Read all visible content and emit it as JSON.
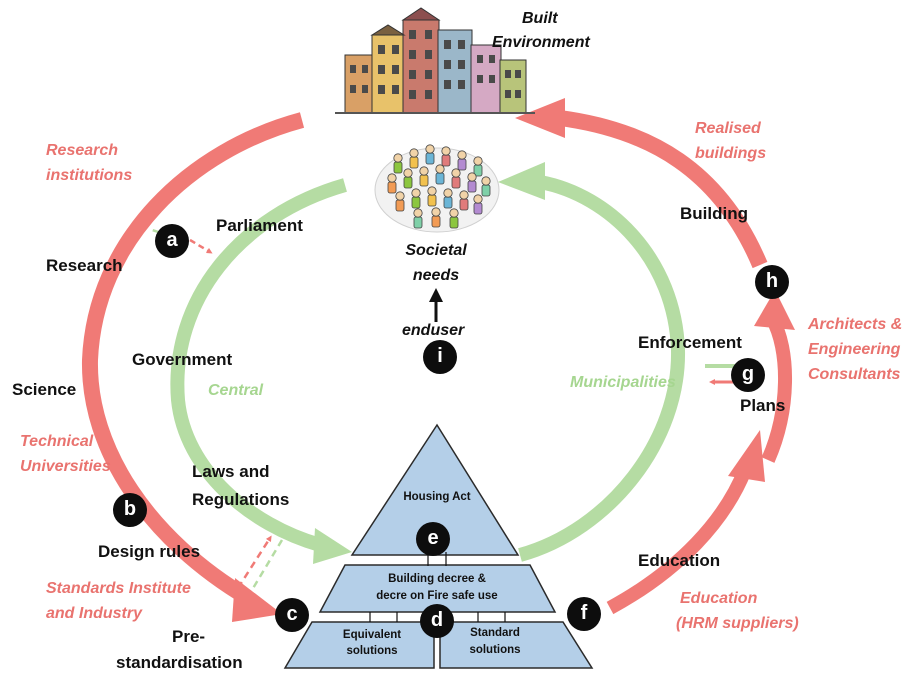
{
  "top": {
    "built_environment_1": "Built",
    "built_environment_2": "Environment"
  },
  "labels": {
    "research_institutions_1": "Research",
    "research_institutions_2": "institutions",
    "research": "Research",
    "parliament": "Parliament",
    "government": "Government",
    "central": "Central",
    "science": "Science",
    "technical_universities_1": "Technical",
    "technical_universities_2": "Universities",
    "laws_and_regulations_1": "Laws and",
    "laws_and_regulations_2": "Regulations",
    "design_rules": "Design rules",
    "standards_institute_1": "Standards Institute",
    "standards_institute_2": "and Industry",
    "pre_standardisation_1": "Pre-",
    "pre_standardisation_2": "standardisation",
    "societal_needs_1": "Societal",
    "societal_needs_2": "needs",
    "enduser": "enduser",
    "realised_buildings_1": "Realised",
    "realised_buildings_2": "buildings",
    "building": "Building",
    "architects_1": "Architects &",
    "architects_2": "Engineering",
    "architects_3": "Consultants",
    "enforcement": "Enforcement",
    "municipalities": "Municipalities",
    "plans": "Plans",
    "education": "Education",
    "education_hrm_1": "Education",
    "education_hrm_2": "(HRM suppliers)"
  },
  "pyramid": {
    "housing_act": "Housing Act",
    "building_decree_1": "Building decree &",
    "building_decree_2": "decre on Fire safe use",
    "equivalent_1": "Equivalent",
    "equivalent_2": "solutions",
    "standard_1": "Standard",
    "standard_2": "solutions"
  },
  "badges": {
    "a": "a",
    "b": "b",
    "c": "c",
    "d": "d",
    "e": "e",
    "f": "f",
    "g": "g",
    "h": "h",
    "i": "i"
  },
  "colors": {
    "red_arrow": "#f07a76",
    "green_arrow": "#b5dca3",
    "pyramid_fill": "#b4cfe8",
    "pyramid_stroke": "#2b2b2b",
    "badge": "#0d0d0d"
  },
  "icons": {
    "built_environment": "colorful-buildings-icon",
    "society": "crowd-of-people-icon"
  }
}
